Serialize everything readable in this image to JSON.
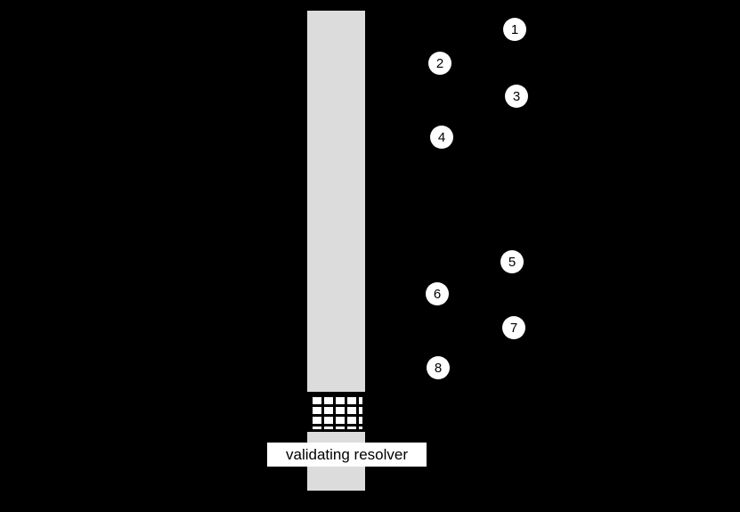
{
  "diagram": {
    "resolver_label": "validating resolver",
    "steps": [
      {
        "label": "1"
      },
      {
        "label": "2"
      },
      {
        "label": "3"
      },
      {
        "label": "4"
      },
      {
        "label": "5"
      },
      {
        "label": "6"
      },
      {
        "label": "7"
      },
      {
        "label": "8"
      }
    ],
    "colors": {
      "background": "#000000",
      "bar": "#dcdcdc",
      "step_circle": "#ffffff",
      "label_background": "#ffffff",
      "text": "#000000"
    }
  }
}
